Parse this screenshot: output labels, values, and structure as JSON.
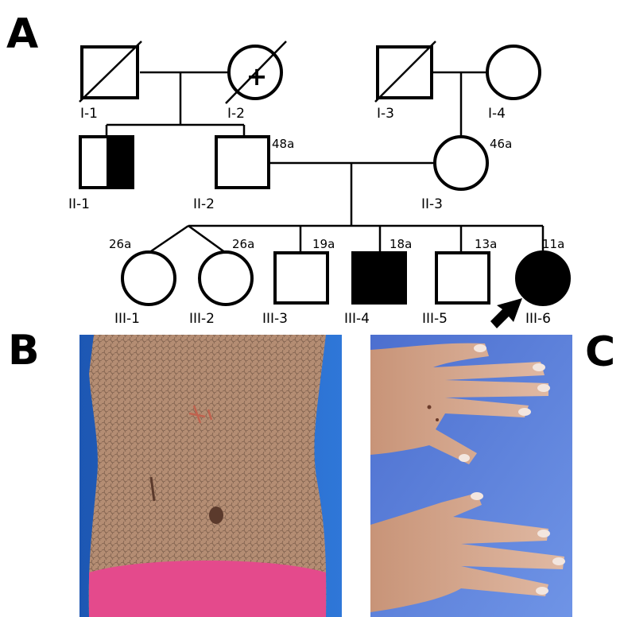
{
  "panels": {
    "a": "A",
    "b": "B",
    "c": "C"
  },
  "pedigree": {
    "generation_I": [
      {
        "id": "I-1",
        "sex": "male",
        "deceased": true
      },
      {
        "id": "I-2",
        "sex": "female",
        "deceased": true,
        "marker": "+"
      },
      {
        "id": "I-3",
        "sex": "male",
        "deceased": true
      },
      {
        "id": "I-4",
        "sex": "female",
        "deceased": false
      }
    ],
    "generation_II": [
      {
        "id": "II-1",
        "sex": "male",
        "status": "half-affected"
      },
      {
        "id": "II-2",
        "sex": "male",
        "age": "48a",
        "status": "unaffected"
      },
      {
        "id": "II-3",
        "sex": "female",
        "age": "46a",
        "status": "unaffected"
      }
    ],
    "generation_III": [
      {
        "id": "III-1",
        "sex": "female",
        "age": "26a",
        "status": "unaffected",
        "twin": true
      },
      {
        "id": "III-2",
        "sex": "female",
        "age": "26a",
        "status": "unaffected",
        "twin": true
      },
      {
        "id": "III-3",
        "sex": "male",
        "age": "19a",
        "status": "unaffected"
      },
      {
        "id": "III-4",
        "sex": "male",
        "age": "18a",
        "status": "affected"
      },
      {
        "id": "III-5",
        "sex": "male",
        "age": "13a",
        "status": "unaffected"
      },
      {
        "id": "III-6",
        "sex": "female",
        "age": "11a",
        "status": "affected",
        "proband": true
      }
    ]
  },
  "photos": {
    "b": {
      "subject": "abdomen-skin-photo",
      "background": "#1f63c4",
      "skin": "#b48d73"
    },
    "c": {
      "subject": "hands-photo",
      "background": "#5a7fd6",
      "skin": "#d6ac93"
    }
  }
}
